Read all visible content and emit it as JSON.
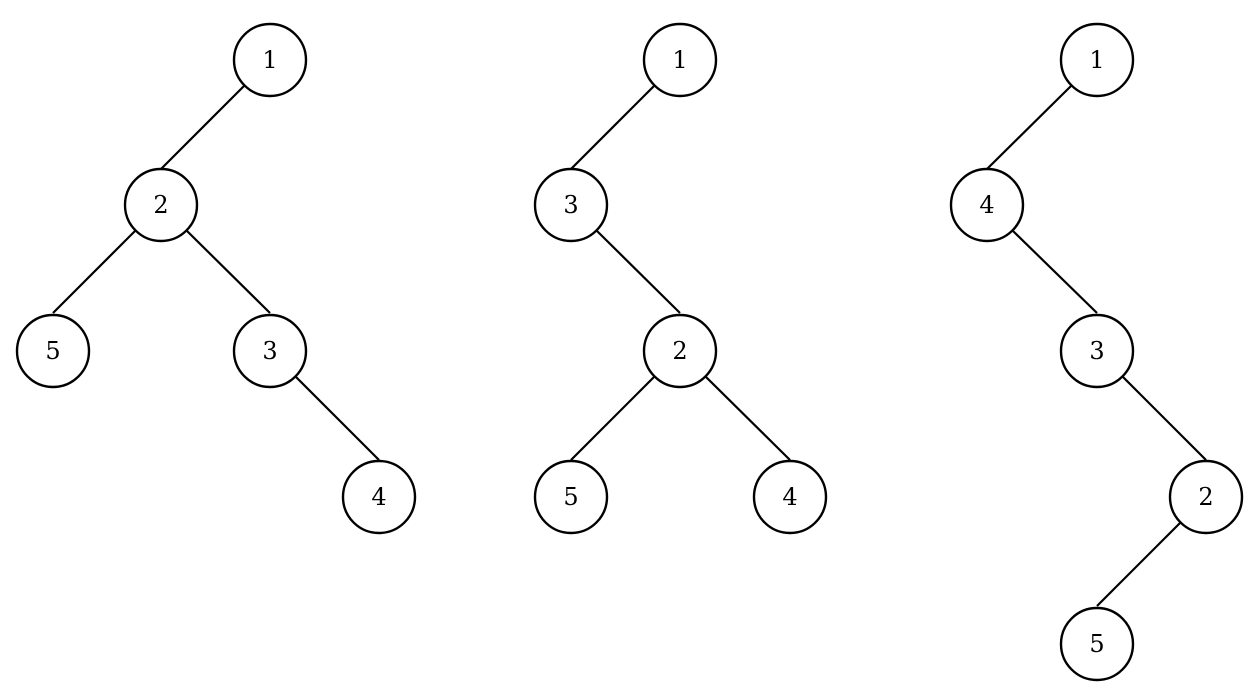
{
  "diagram": {
    "trees": [
      {
        "nodes": [
          {
            "id": "t1-n1",
            "label": "1"
          },
          {
            "id": "t1-n2",
            "label": "2"
          },
          {
            "id": "t1-n5",
            "label": "5"
          },
          {
            "id": "t1-n3",
            "label": "3"
          },
          {
            "id": "t1-n4",
            "label": "4"
          }
        ],
        "edges": [
          [
            "t1-n1",
            "t1-n2"
          ],
          [
            "t1-n2",
            "t1-n5"
          ],
          [
            "t1-n2",
            "t1-n3"
          ],
          [
            "t1-n3",
            "t1-n4"
          ]
        ]
      },
      {
        "nodes": [
          {
            "id": "t2-n1",
            "label": "1"
          },
          {
            "id": "t2-n3",
            "label": "3"
          },
          {
            "id": "t2-n2",
            "label": "2"
          },
          {
            "id": "t2-n5",
            "label": "5"
          },
          {
            "id": "t2-n4",
            "label": "4"
          }
        ],
        "edges": [
          [
            "t2-n1",
            "t2-n3"
          ],
          [
            "t2-n3",
            "t2-n2"
          ],
          [
            "t2-n2",
            "t2-n5"
          ],
          [
            "t2-n2",
            "t2-n4"
          ]
        ]
      },
      {
        "nodes": [
          {
            "id": "t3-n1",
            "label": "1"
          },
          {
            "id": "t3-n4",
            "label": "4"
          },
          {
            "id": "t3-n3",
            "label": "3"
          },
          {
            "id": "t3-n2",
            "label": "2"
          },
          {
            "id": "t3-n5",
            "label": "5"
          }
        ],
        "edges": [
          [
            "t3-n1",
            "t3-n4"
          ],
          [
            "t3-n4",
            "t3-n3"
          ],
          [
            "t3-n3",
            "t3-n2"
          ],
          [
            "t3-n2",
            "t3-n5"
          ]
        ]
      }
    ]
  }
}
